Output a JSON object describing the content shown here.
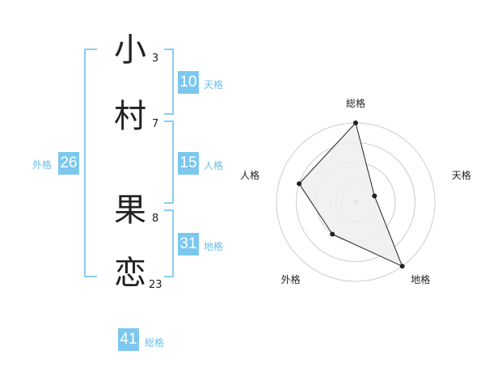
{
  "characters": [
    {
      "char": "小",
      "strokes": "3"
    },
    {
      "char": "村",
      "strokes": "7"
    },
    {
      "char": "果",
      "strokes": "8"
    },
    {
      "char": "恋",
      "strokes": "23"
    }
  ],
  "kakusu": {
    "tenkaku": {
      "label": "天格",
      "value": "10"
    },
    "jinkaku": {
      "label": "人格",
      "value": "15"
    },
    "chikaku": {
      "label": "地格",
      "value": "31"
    },
    "gaikaku": {
      "label": "外格",
      "value": "26"
    },
    "soukaku": {
      "label": "総格",
      "value": "41"
    }
  },
  "chart_data": {
    "type": "radar",
    "axes": [
      "総格",
      "天格",
      "地格",
      "外格",
      "人格"
    ],
    "values": [
      4,
      1,
      4,
      2,
      3
    ],
    "max": 4,
    "rings": 4,
    "colors": {
      "fill": "#eeeeee",
      "line": "#222222",
      "grid": "#cccccc"
    }
  }
}
